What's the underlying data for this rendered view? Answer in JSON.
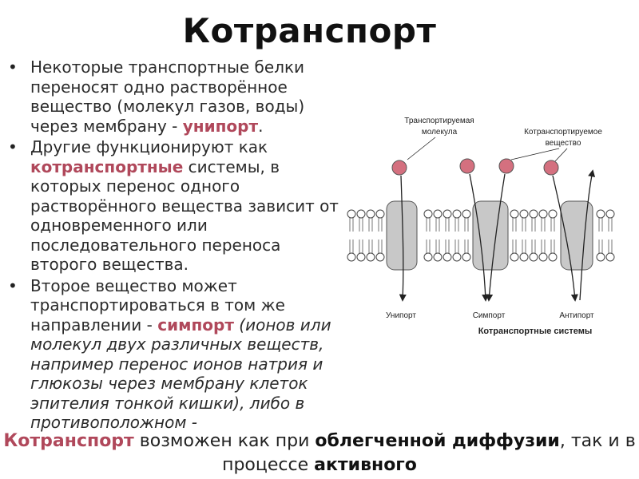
{
  "title": "Котранспорт",
  "bullets": {
    "b1": {
      "text": "Некоторые транспортные белки переносят одно растворённое вещество (молекул газов, воды) через мембрану - ",
      "term": "унипорт",
      "end": "."
    },
    "b2": {
      "pre": "Другие функционируют как ",
      "term": "котранспортные",
      "post": " системы, в которых перенос одного растворённого вещества зависит от одновременного или последовательного переноса второго вещества."
    },
    "b3": {
      "pre": "Второе вещество может транспортироваться в том же направлении - ",
      "term": "симпорт",
      "italic": "(ионов или молекул двух различных веществ, например перенос ионов натрия и глюкозы через мембрану клеток эпителия тонкой кишки), либо в противоположном -"
    }
  },
  "figure": {
    "label_molecule": [
      "Транспортируемая",
      "молекула"
    ],
    "label_cotransported": [
      "Котранспортируемое",
      "вещество"
    ],
    "label_uniport": "Унипорт",
    "label_symport": "Симпорт",
    "label_antiport": "Антипорт",
    "caption": "Котранспортные системы",
    "colors": {
      "molecule": "#d4707f",
      "protein": "#c8c8c8"
    }
  },
  "footer": {
    "term": "Котранспорт",
    "t1": " возможен как при ",
    "b1": "облегченной диффузии",
    "t2": ", так и в процессе ",
    "b2": "активного"
  }
}
